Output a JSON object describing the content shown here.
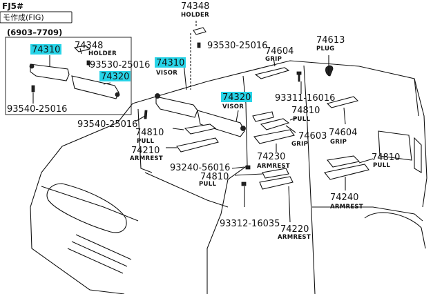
{
  "header": {
    "model": "FJ5#",
    "note": "モ作成(FIG)",
    "date_range": "(6903–7709)"
  },
  "parts": [
    {
      "id": "p_74348_inset",
      "number": "74348",
      "name": "HOLDER",
      "highlight": false
    },
    {
      "id": "p_74310_inset",
      "number": "74310",
      "name": "",
      "highlight": true
    },
    {
      "id": "p_93530_inset",
      "number": "93530-25016",
      "name": "",
      "highlight": false
    },
    {
      "id": "p_74320_inset",
      "number": "74320",
      "name": "",
      "highlight": true
    },
    {
      "id": "p_93540_inset",
      "number": "93540-25016",
      "name": "",
      "highlight": false
    },
    {
      "id": "p_74348_main",
      "number": "74348",
      "name": "HOLDER",
      "highlight": false
    },
    {
      "id": "p_93530_main",
      "number": "93530-25016",
      "name": "",
      "highlight": false
    },
    {
      "id": "p_74310_main",
      "number": "74310",
      "name": "VISOR",
      "highlight": true
    },
    {
      "id": "p_74320_main",
      "number": "74320",
      "name": "VISOR",
      "highlight": true
    },
    {
      "id": "p_74604_top",
      "number": "74604",
      "name": "GRIP",
      "highlight": false
    },
    {
      "id": "p_74613",
      "number": "74613",
      "name": "PLUG",
      "highlight": false
    },
    {
      "id": "p_93311",
      "number": "93311-16016",
      "name": "",
      "highlight": false
    },
    {
      "id": "p_74810_a",
      "number": "74810",
      "name": "PULL",
      "highlight": false
    },
    {
      "id": "p_93540_main",
      "number": "93540-25016",
      "name": "",
      "highlight": false
    },
    {
      "id": "p_74810_b",
      "number": "74810",
      "name": "PULL",
      "highlight": false
    },
    {
      "id": "p_74603",
      "number": "74603",
      "name": "GRIP",
      "highlight": false
    },
    {
      "id": "p_74604_right",
      "number": "74604",
      "name": "GRIP",
      "highlight": false
    },
    {
      "id": "p_74210",
      "number": "74210",
      "name": "ARMREST",
      "highlight": false
    },
    {
      "id": "p_74230",
      "number": "74230",
      "name": "ARMREST",
      "highlight": false
    },
    {
      "id": "p_74810_c",
      "number": "74810",
      "name": "PULL",
      "highlight": false
    },
    {
      "id": "p_93240",
      "number": "93240-56016",
      "name": "",
      "highlight": false
    },
    {
      "id": "p_74810_d",
      "number": "74810",
      "name": "PULL",
      "highlight": false
    },
    {
      "id": "p_74240",
      "number": "74240",
      "name": "ARMREST",
      "highlight": false
    },
    {
      "id": "p_93312",
      "number": "93312-16035",
      "name": "",
      "highlight": false
    },
    {
      "id": "p_74220",
      "number": "74220",
      "name": "ARMREST",
      "highlight": false
    }
  ],
  "colors": {
    "highlight": "#27d4e8",
    "line": "#111111",
    "background": "#ffffff"
  }
}
